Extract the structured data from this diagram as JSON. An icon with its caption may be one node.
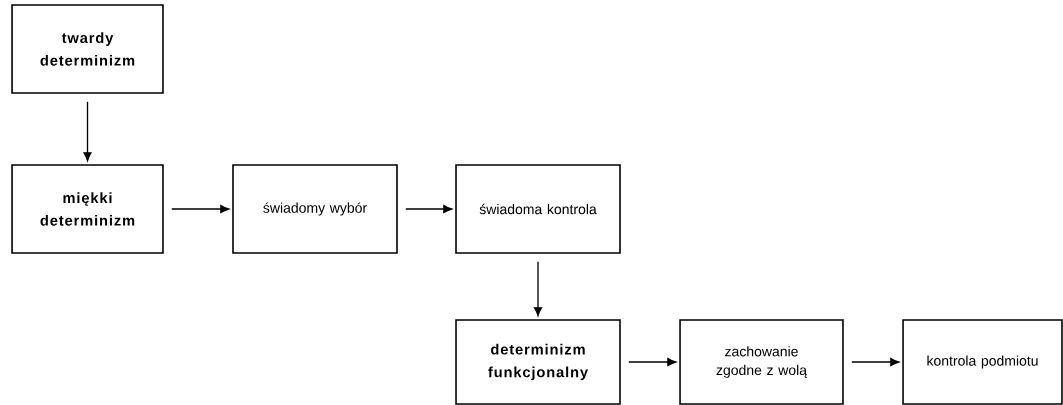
{
  "diagram": {
    "nodes": [
      {
        "text": [
          "twardy determinizm"
        ]
      },
      {
        "text": [
          "miękki determinizm"
        ]
      },
      {
        "text": [
          "świadomy wybór"
        ]
      },
      {
        "text": [
          "świadoma kontrola"
        ]
      },
      {
        "text": [
          "determinizm funkcjonalny"
        ]
      },
      {
        "text": [
          "zachowanie zgodne z wolą"
        ]
      },
      {
        "text": [
          "kontrola podmiotu"
        ]
      }
    ],
    "edges": [
      {
        "from": 0,
        "to": 1,
        "arrow": "to"
      },
      {
        "from": 1,
        "to": 2,
        "arrow": "to"
      },
      {
        "from": 2,
        "to": 3,
        "arrow": "to"
      },
      {
        "from": 3,
        "to": 4,
        "arrow": "to"
      },
      {
        "from": 4,
        "to": 5,
        "arrow": "to"
      },
      {
        "from": 5,
        "to": 6,
        "arrow": "to"
      }
    ]
  }
}
